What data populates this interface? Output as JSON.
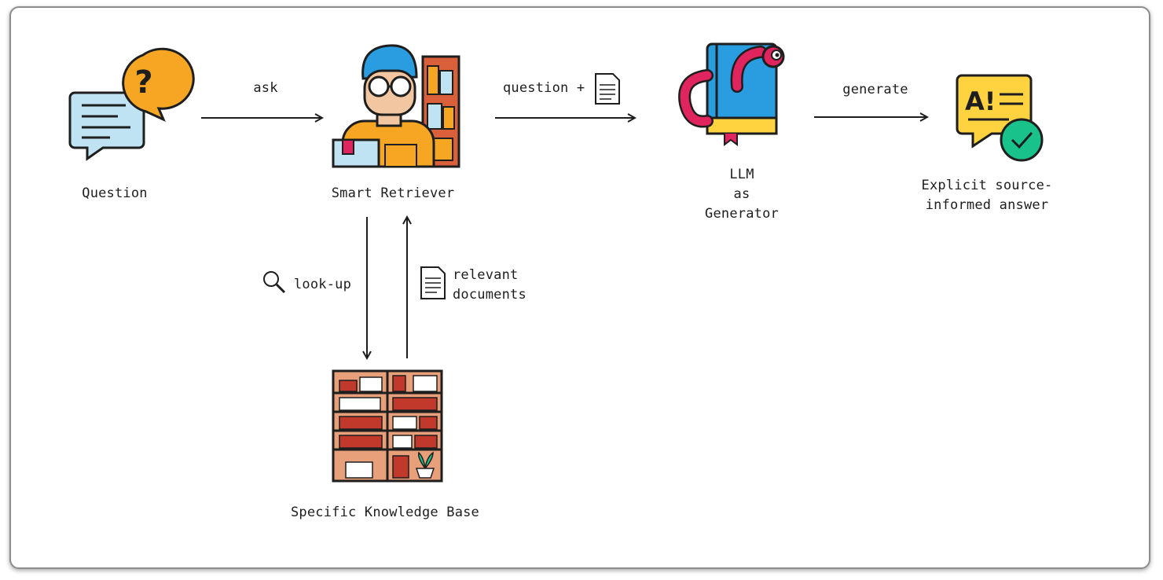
{
  "nodes": {
    "question": {
      "label": "Question",
      "icon": "question-chat-icon"
    },
    "retriever": {
      "label": "Smart Retriever",
      "icon": "librarian-icon"
    },
    "llm": {
      "label": "LLM\nas\nGenerator",
      "icon": "worm-book-icon"
    },
    "answer": {
      "label": "Explicit source-\ninformed answer",
      "icon": "ai-answer-check-icon"
    },
    "knowledge_base": {
      "label": "Specific Knowledge Base",
      "icon": "bookshelf-icon"
    }
  },
  "edges": {
    "ask": {
      "label": "ask"
    },
    "question_plus": {
      "label": "question +",
      "icon": "document-icon"
    },
    "generate": {
      "label": "generate"
    },
    "lookup": {
      "label": "look-up",
      "icon": "magnifier-icon"
    },
    "relevant": {
      "label": "relevant\ndocuments",
      "icon": "document-icon"
    }
  },
  "colors": {
    "outline": "#1e1e1e",
    "orange": "#f6a623",
    "light_blue": "#bfe3f2",
    "blue": "#2a9de0",
    "pink": "#e0245e",
    "yellow": "#ffd23f",
    "green": "#19c28a",
    "shelf": "#e8a07a",
    "book_red": "#c0392b",
    "frame": "#8c8c8c"
  }
}
